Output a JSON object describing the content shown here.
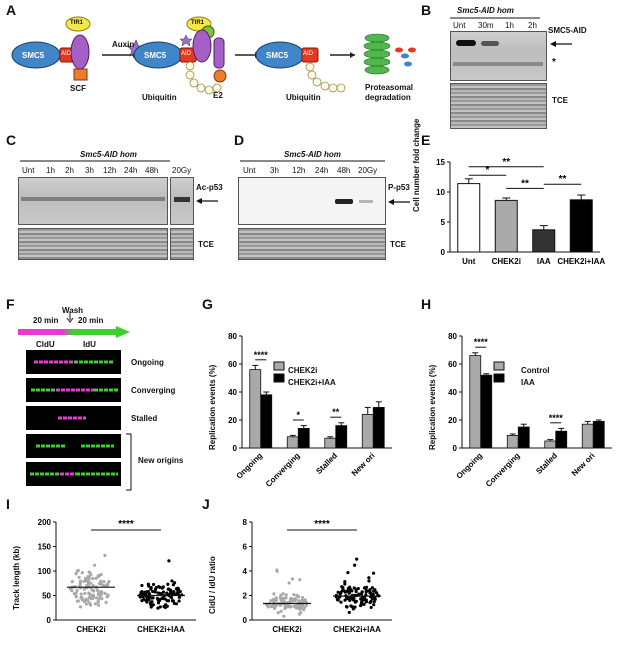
{
  "panels": {
    "A": "A",
    "B": "B",
    "C": "C",
    "D": "D",
    "E": "E",
    "F": "F",
    "G": "G",
    "H": "H",
    "I": "I",
    "J": "J"
  },
  "a": {
    "smc5_1": "SMC5",
    "aid": "AID",
    "auxin": "Auxin",
    "tir1": "TIR1",
    "scf": "SCF",
    "smc5_2": "SMC5",
    "aid2": "AID",
    "tir1_2": "TIR1",
    "ubiquitin": "Ubiquitin",
    "e2": "E2",
    "smc5_3": "SMC5",
    "aid3": "AID",
    "ubiquitin2": "Ubiquitin",
    "proteasomal": "Proteasomal",
    "degradation": "degradation"
  },
  "b": {
    "title": "Smc5-AID hom",
    "lanes": [
      "Unt",
      "30m",
      "1h",
      "2h"
    ],
    "label1": "SMC5-AID",
    "star": "*",
    "label2": "TCE"
  },
  "c": {
    "title": "Smc5-AID hom",
    "lanes": [
      "Unt",
      "1h",
      "2h",
      "3h",
      "12h",
      "24h",
      "48h"
    ],
    "extra": "20Gy",
    "label1": "Ac-p53",
    "label2": "TCE"
  },
  "d": {
    "title": "Smc5-AID hom",
    "lanes": [
      "Unt",
      "3h",
      "12h",
      "24h",
      "48h",
      "20Gy"
    ],
    "label1": "P-p53",
    "label2": "TCE"
  },
  "f": {
    "wash": "Wash",
    "t1": "20 min",
    "t2": "20 min",
    "cldu": "CldU",
    "idu": "IdU",
    "rows": [
      "Ongoing",
      "Converging",
      "Stalled",
      "New origins"
    ]
  },
  "e": {
    "chart_data": {
      "type": "bar",
      "ylabel": "Cell number fold change",
      "categories": [
        "Unt",
        "CHEK2i",
        "IAA",
        "CHEK2i+IAA"
      ],
      "values": [
        11.4,
        8.6,
        3.7,
        8.7
      ],
      "errors": [
        0.8,
        0.4,
        0.7,
        0.8
      ],
      "colors": [
        "#ffffff",
        "#a9a9a9",
        "#333333",
        "#000000"
      ],
      "ylim": [
        0,
        15
      ],
      "yticks": [
        "0",
        "5",
        "10",
        "15"
      ],
      "significance": [
        "**",
        "*",
        "**",
        "**"
      ]
    }
  },
  "g": {
    "chart_data": {
      "type": "bar",
      "ylabel": "Replication events (%)",
      "categories": [
        "Ongoing",
        "Converging",
        "Stalled",
        "New ori"
      ],
      "series": [
        {
          "name": "CHEK2i",
          "color": "#a9a9a9",
          "values": [
            56,
            8,
            7,
            24
          ],
          "errors": [
            3,
            1,
            1,
            5
          ]
        },
        {
          "name": "CHEK2i+IAA",
          "color": "#000000",
          "values": [
            38,
            14,
            16,
            29
          ],
          "errors": [
            2,
            2,
            2,
            4
          ]
        }
      ],
      "ylim": [
        0,
        80
      ],
      "yticks": [
        "0",
        "20",
        "40",
        "60",
        "80"
      ],
      "significance": [
        "****",
        "*",
        "**"
      ]
    }
  },
  "h": {
    "chart_data": {
      "type": "bar",
      "ylabel": "Replication events (%)",
      "categories": [
        "Ongoing",
        "Converging",
        "Stalled",
        "New ori"
      ],
      "series": [
        {
          "name": "Control",
          "color": "#a9a9a9",
          "values": [
            66,
            9,
            5,
            17
          ],
          "errors": [
            2,
            1,
            1,
            2
          ]
        },
        {
          "name": "IAA",
          "color": "#000000",
          "values": [
            52,
            15,
            12,
            19
          ],
          "errors": [
            1,
            2,
            2,
            1
          ]
        }
      ],
      "ylim": [
        0,
        80
      ],
      "yticks": [
        "0",
        "20",
        "40",
        "60",
        "80"
      ],
      "significance": [
        "****",
        "****"
      ]
    }
  },
  "i": {
    "chart_data": {
      "type": "scatter",
      "ylabel": "Track length (kb)",
      "categories": [
        "CHEK2i",
        "CHEK2i+IAA"
      ],
      "means": [
        67,
        50
      ],
      "ylim": [
        0,
        200
      ],
      "yticks": [
        "0",
        "50",
        "100",
        "150",
        "200"
      ],
      "colors": [
        "#a9a9a9",
        "#000000"
      ],
      "significance": "****"
    }
  },
  "j": {
    "chart_data": {
      "type": "scatter",
      "ylabel": "CldU / IdU ratio",
      "categories": [
        "CHEK2i",
        "CHEK2i+IAA"
      ],
      "means": [
        1.35,
        1.95
      ],
      "ylim": [
        0,
        8
      ],
      "yticks": [
        "0",
        "2",
        "4",
        "6",
        "8"
      ],
      "colors": [
        "#a9a9a9",
        "#000000"
      ],
      "significance": "****"
    }
  }
}
